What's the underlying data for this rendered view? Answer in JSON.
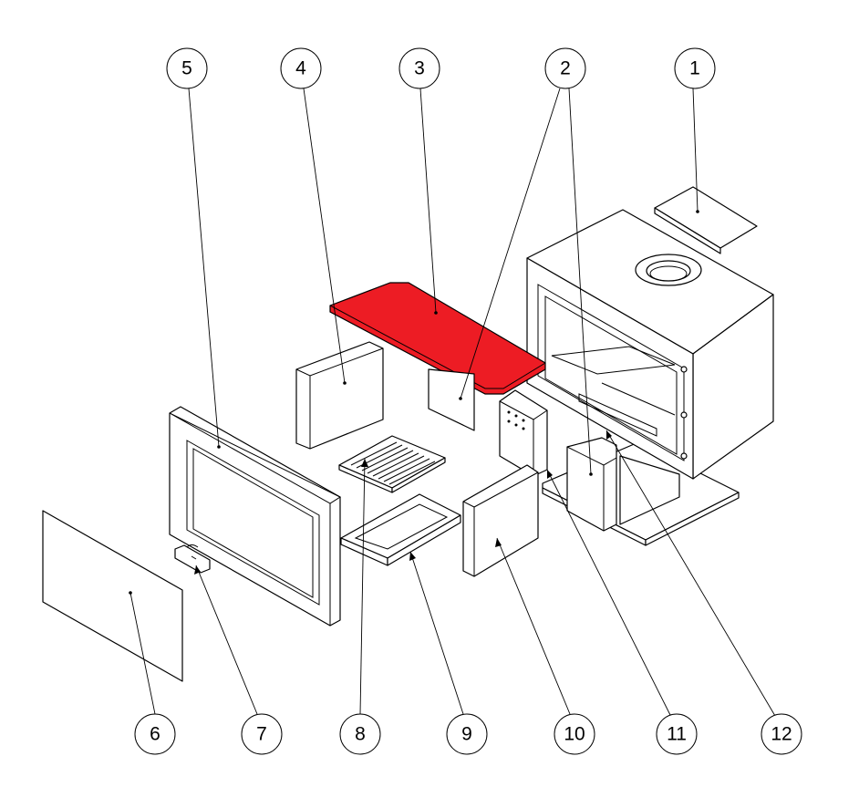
{
  "diagram": {
    "type": "exploded-assembly",
    "highlight_color": "#ED1C24",
    "balloons": [
      {
        "id": "b1",
        "label": "1"
      },
      {
        "id": "b2",
        "label": "2"
      },
      {
        "id": "b3",
        "label": "3"
      },
      {
        "id": "b4",
        "label": "4"
      },
      {
        "id": "b5",
        "label": "5"
      },
      {
        "id": "b6",
        "label": "6"
      },
      {
        "id": "b7",
        "label": "7"
      },
      {
        "id": "b8",
        "label": "8"
      },
      {
        "id": "b9",
        "label": "9"
      },
      {
        "id": "b10",
        "label": "10"
      },
      {
        "id": "b11",
        "label": "11"
      },
      {
        "id": "b12",
        "label": "12"
      }
    ]
  }
}
